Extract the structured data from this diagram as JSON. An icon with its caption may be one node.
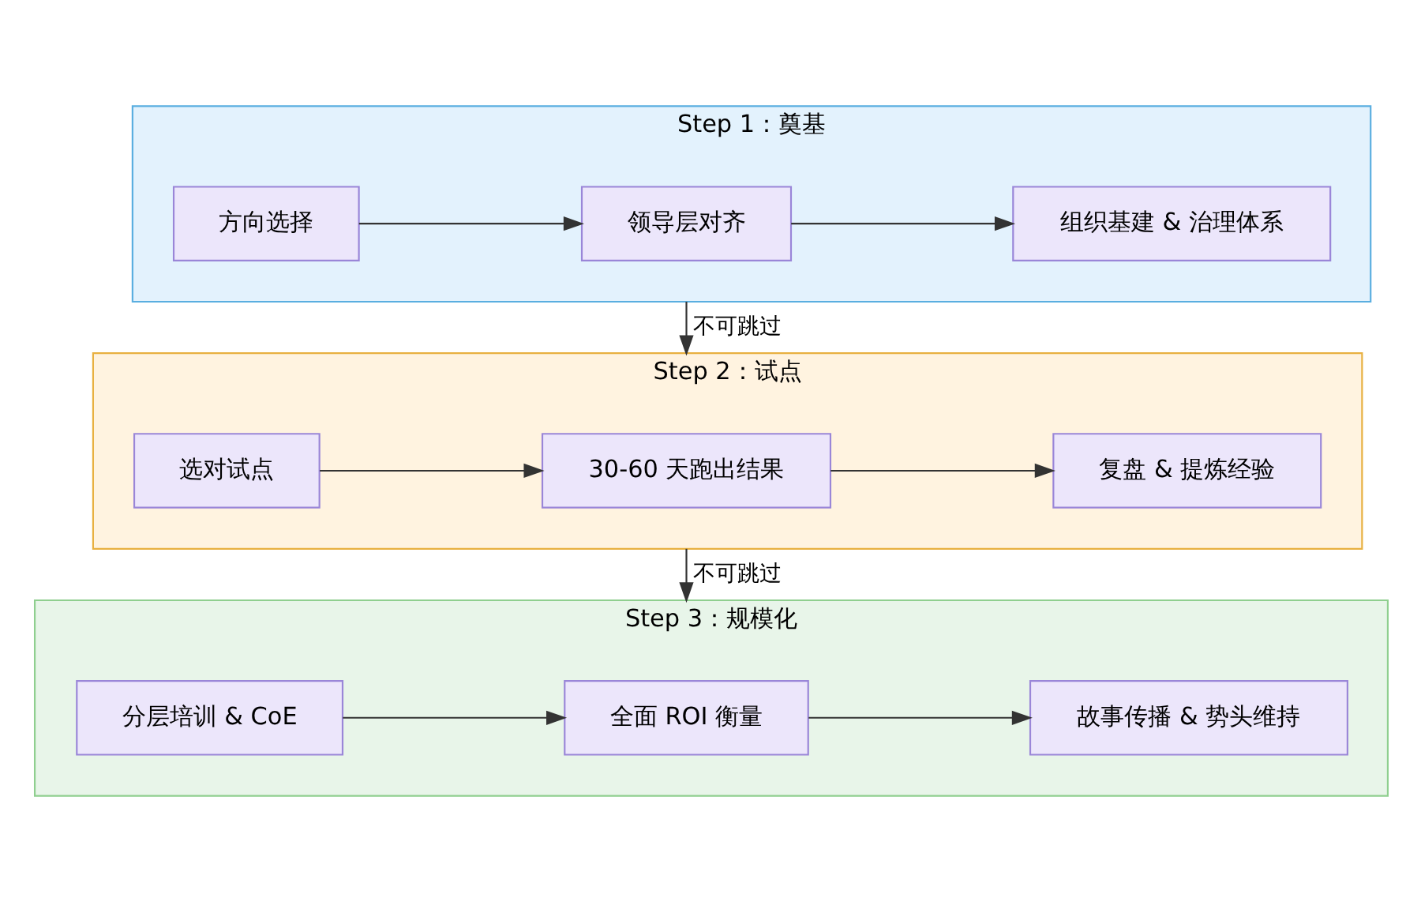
{
  "diagram": {
    "nodes": [
      {
        "text": [
          "Step 1：奠基"
        ]
      },
      {
        "text": [
          "方向选择"
        ],
        "in": 0
      },
      {
        "text": [
          "领导层对齐"
        ],
        "in": 0
      },
      {
        "text": [
          "组织基建 & 治理体系"
        ],
        "in": 0
      },
      {
        "text": [
          "Step 2：试点"
        ]
      },
      {
        "text": [
          "选对试点"
        ],
        "in": 4
      },
      {
        "text": [
          "30-60 天跑出结果"
        ],
        "in": 4
      },
      {
        "text": [
          "复盘 & 提炼经验"
        ],
        "in": 4
      },
      {
        "text": [
          "Step 3：规模化"
        ]
      },
      {
        "text": [
          "分层培训 & CoE"
        ],
        "in": 8
      },
      {
        "text": [
          "全面 ROI 衡量"
        ],
        "in": 8
      },
      {
        "text": [
          "故事传播 & 势头维持"
        ],
        "in": 8
      }
    ],
    "edges": [
      {
        "from": 1,
        "to": 2,
        "arrow": "to"
      },
      {
        "from": 2,
        "to": 3,
        "arrow": "to"
      },
      {
        "from": 0,
        "to": 4,
        "arrow": "to",
        "label": "不可跳过"
      },
      {
        "from": 5,
        "to": 6,
        "arrow": "to"
      },
      {
        "from": 6,
        "to": 7,
        "arrow": "to"
      },
      {
        "from": 4,
        "to": 8,
        "arrow": "to",
        "label": "不可跳过"
      },
      {
        "from": 9,
        "to": 10,
        "arrow": "to"
      },
      {
        "from": 10,
        "to": 11,
        "arrow": "to"
      }
    ]
  }
}
